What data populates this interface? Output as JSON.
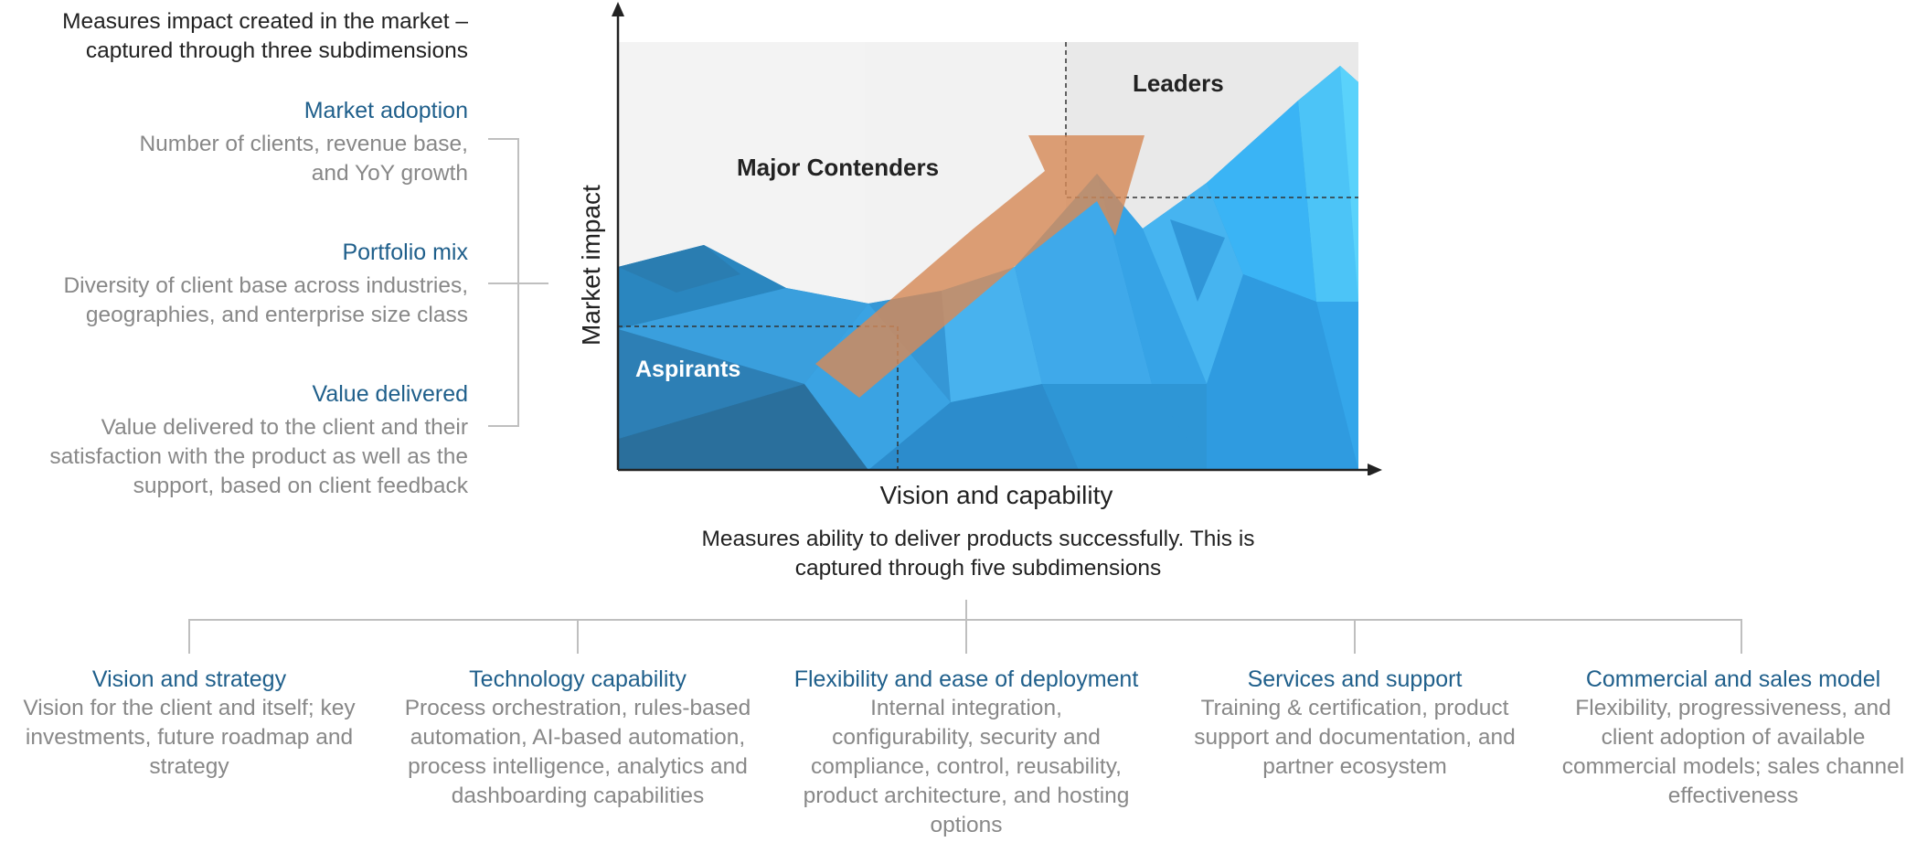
{
  "left_panel": {
    "intro": "Measures impact created in the market – captured through three subdimensions",
    "dimensions": [
      {
        "title": "Market adoption",
        "description": "Number of clients, revenue base, and YoY growth"
      },
      {
        "title": "Portfolio mix",
        "description": "Diversity of client base across industries, geographies, and enterprise size class"
      },
      {
        "title": "Value delivered",
        "description": "Value delivered to the client and their satisfaction with the product as well as the support, based on client feedback"
      }
    ]
  },
  "chart": {
    "y_axis_label": "Market impact",
    "x_axis_label": "Vision and capability",
    "zones": {
      "leaders": "Leaders",
      "major_contenders": "Major Contenders",
      "aspirants": "Aspirants"
    },
    "colors": {
      "blue": "#2f9be0",
      "dark_blue": "#1f6f9f",
      "light_blue": "#3cc6f5",
      "arrow": "#d9956a",
      "zone_grey": "#e6e6e6"
    }
  },
  "bottom_panel": {
    "intro": "Measures ability to deliver products successfully. This is captured through five subdimensions",
    "categories": [
      {
        "title": "Vision and strategy",
        "description": "Vision for the client and itself; key investments, future roadmap and strategy"
      },
      {
        "title": "Technology capability",
        "description": "Process orchestration, rules-based automation, AI-based automation, process intelligence, analytics and dashboarding capabilities"
      },
      {
        "title": "Flexibility and ease of deployment",
        "description": "Internal integration, configurability, security and compliance, control, reusability, product architecture, and hosting options"
      },
      {
        "title": "Services and support",
        "description": "Training & certification, product support and documentation, and partner ecosystem"
      },
      {
        "title": "Commercial and sales model",
        "description": "Flexibility, progressiveness, and client adoption of available commercial models; sales channel effectiveness"
      }
    ]
  }
}
